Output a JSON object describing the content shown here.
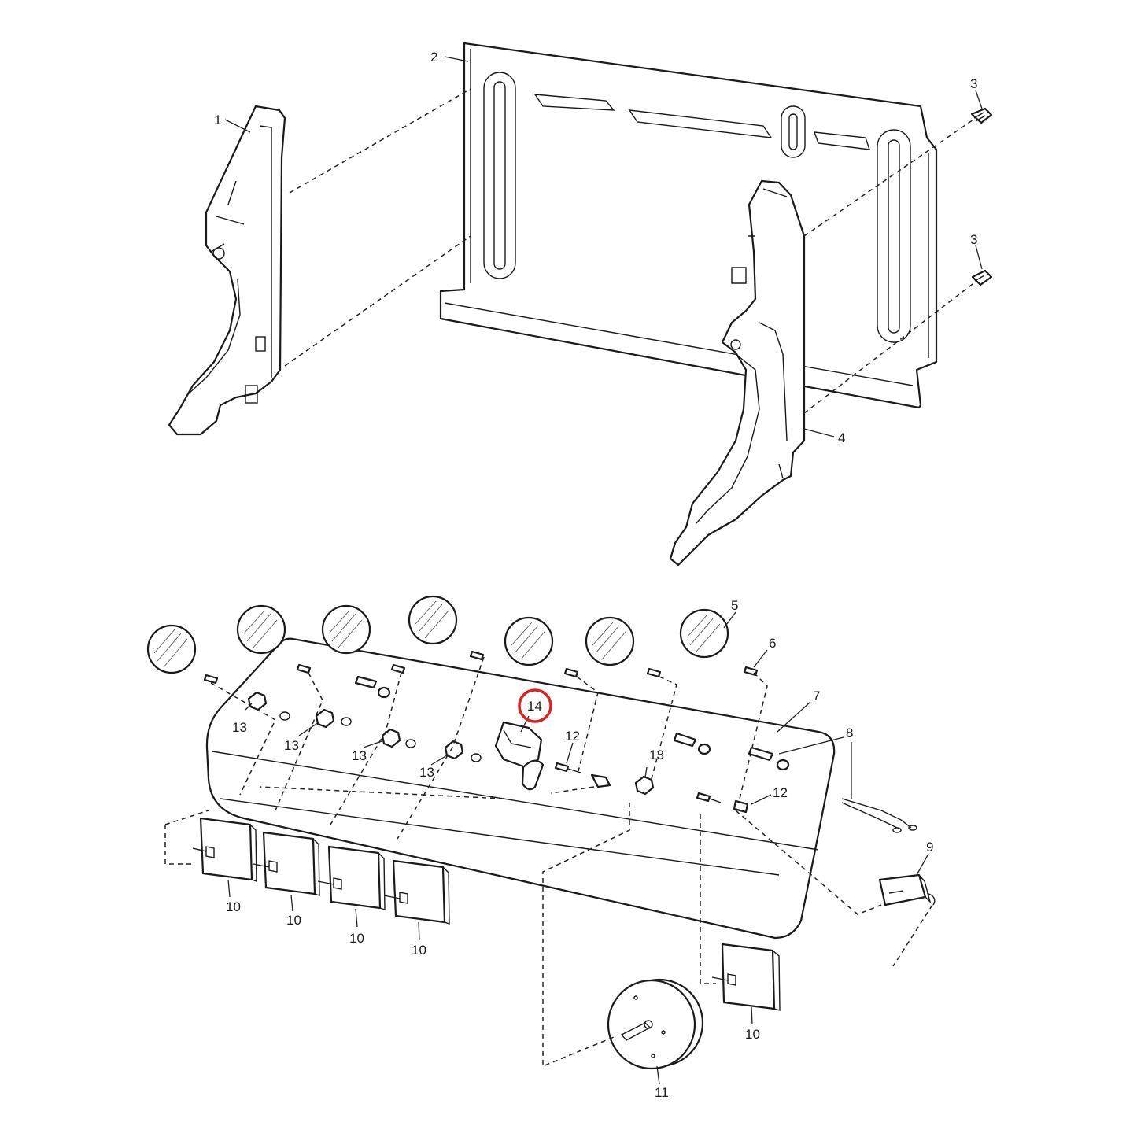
{
  "callouts": {
    "c1": "1",
    "c2": "2",
    "c3a": "3",
    "c3b": "3",
    "c4": "4",
    "c5": "5",
    "c6": "6",
    "c7": "7",
    "c8": "8",
    "c9": "9",
    "c10a": "10",
    "c10b": "10",
    "c10c": "10",
    "c10d": "10",
    "c10e": "10",
    "c11": "11",
    "c12a": "12",
    "c12b": "12",
    "c13a": "13",
    "c13b": "13",
    "c13c": "13",
    "c13d": "13",
    "c13e": "13",
    "c14": "14"
  },
  "highlight": {
    "callout": "14",
    "color": "#e0201f"
  },
  "colors": {
    "line": "#1a1a1a",
    "highlight": "#e0201f"
  }
}
